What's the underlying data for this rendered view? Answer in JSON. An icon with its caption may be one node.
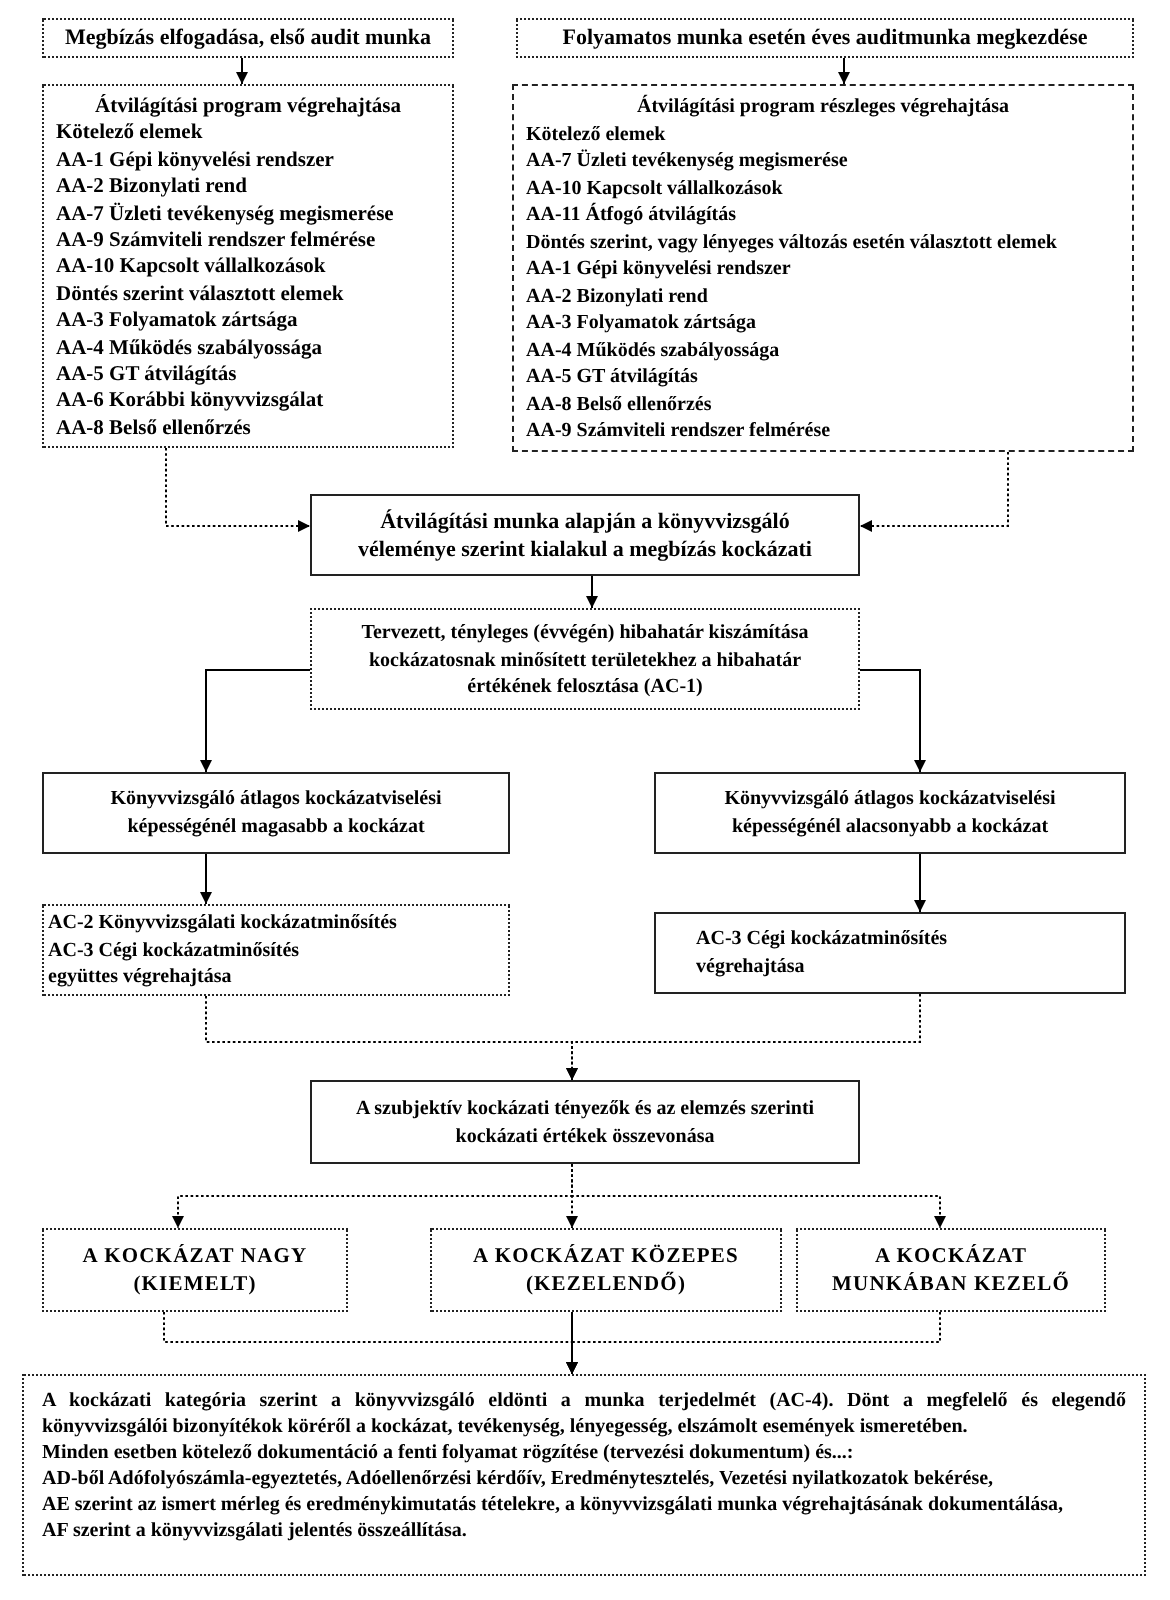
{
  "diagram": {
    "nodes": [
      {
        "text": [
          "Megbízás elfogadása, első audit munka"
        ]
      },
      {
        "text": [
          "Folyamatos munka esetén éves auditmunka megkezdése"
        ]
      },
      {
        "text": [
          "Átvilágítási program végrehajtása",
          "Kötelező elemek",
          "AA-1 Gépi könyvelési rendszer",
          "AA-2 Bizonylati rend",
          "AA-7 Üzleti tevékenység megismerése",
          "AA-9 Számviteli rendszer felmérése",
          "AA-10 Kapcsolt vállalkozások",
          "Döntés szerint választott elemek",
          "AA-3 Folyamatok zártsága",
          "AA-4 Működés szabályossága",
          "AA-5 GT átvilágítás",
          "AA-6 Korábbi könyvvizsgálat",
          "AA-8 Belső ellenőrzés"
        ]
      },
      {
        "text": [
          "Átvilágítási program részleges végrehajtása",
          "Kötelező elemek",
          "AA-7 Üzleti tevékenység megismerése",
          "AA-10 Kapcsolt vállalkozások",
          "AA-11 Átfogó átvilágítás",
          "Döntés szerint, vagy lényeges változás esetén választott elemek",
          "AA-1 Gépi könyvelési rendszer",
          "AA-2 Bizonylati rend",
          "AA-3 Folyamatok zártsága",
          "AA-4 Működés szabályossága",
          "AA-5 GT átvilágítás",
          "AA-8 Belső ellenőrzés",
          "AA-9 Számviteli rendszer felmérése"
        ]
      },
      {
        "text": [
          "Átvilágítási munka alapján a könyvvizsgáló véleménye szerint kialakul a megbízás kockázati"
        ]
      },
      {
        "text": [
          "Tervezett, tényleges (évvégén) hibahatár kiszámítása kockázatosnak minősített területekhez a hibahatár értékének felosztása (AC-1)"
        ]
      },
      {
        "text": [
          "Könyvvizsgáló átlagos kockázatviselési képességénél magasabb a kockázat"
        ]
      },
      {
        "text": [
          "Könyvvizsgáló átlagos kockázatviselési képességénél alacsonyabb a kockázat"
        ]
      },
      {
        "text": [
          "AC-2 Könyvvizsgálati kockázatminősítés",
          "AC-3 Cégi kockázatminősítés",
          "együttes végrehajtása"
        ]
      },
      {
        "text": [
          "AC-3 Cégi kockázatminősítés végrehajtása"
        ]
      },
      {
        "text": [
          "A szubjektív kockázati tényezők és az elemzés szerinti kockázati értékek összevonása"
        ]
      },
      {
        "text": [
          "A KOCKÁZAT NAGY (KIEMELT)"
        ]
      },
      {
        "text": [
          "A KOCKÁZAT KÖZEPES (KEZELENDŐ)"
        ]
      },
      {
        "text": [
          "A KOCKÁZAT MUNKÁBAN KEZELŐ"
        ]
      },
      {
        "text": [
          "A kockázati kategória szerint a könyvvizsgáló eldönti a munka terjedelmét (AC-4). Dönt a megfelelő és elegendő könyvvizsgálói bizonyítékok köréről a kockázat, tevékenység, lényegesség, elszámolt események ismeretében.",
          "Minden esetben kötelező dokumentáció a fenti folyamat rögzítése (tervezési dokumentum) és...:",
          "AD-ből Adófolyószámla-egyeztetés, Adóellenőrzési kérdőív, Eredménytesztelés, Vezetési nyilatkozatok bekérése,",
          "AE szerint az ismert mérleg és eredménykimutatás tételekre, a könyvvizsgálati munka végrehajtásának dokumentálása,",
          "AF szerint a könyvvizsgálati jelentés összeállítása."
        ]
      }
    ],
    "edges": [
      {
        "from": 0,
        "to": 2,
        "arrow": "to"
      },
      {
        "from": 1,
        "to": 3,
        "arrow": "to"
      },
      {
        "from": 2,
        "to": 4,
        "arrow": "to",
        "style": "dashed"
      },
      {
        "from": 3,
        "to": 4,
        "arrow": "to",
        "style": "dashed"
      },
      {
        "from": 4,
        "to": 5,
        "arrow": "to"
      },
      {
        "from": 5,
        "to": 6,
        "arrow": "to"
      },
      {
        "from": 5,
        "to": 7,
        "arrow": "to"
      },
      {
        "from": 6,
        "to": 8,
        "arrow": "to"
      },
      {
        "from": 7,
        "to": 9,
        "arrow": "to"
      },
      {
        "from": 8,
        "to": 10,
        "arrow": "to",
        "style": "dashed"
      },
      {
        "from": 9,
        "to": 10,
        "arrow": "to",
        "style": "dashed"
      },
      {
        "from": 10,
        "to": 11,
        "arrow": "to",
        "style": "dashed"
      },
      {
        "from": 10,
        "to": 12,
        "arrow": "to",
        "style": "dashed"
      },
      {
        "from": 10,
        "to": 13,
        "arrow": "to",
        "style": "dashed"
      },
      {
        "from": 11,
        "to": 14,
        "arrow": "to",
        "style": "dashed"
      },
      {
        "from": 12,
        "to": 14,
        "arrow": "to"
      },
      {
        "from": 13,
        "to": 14,
        "arrow": "to",
        "style": "dashed"
      }
    ]
  }
}
